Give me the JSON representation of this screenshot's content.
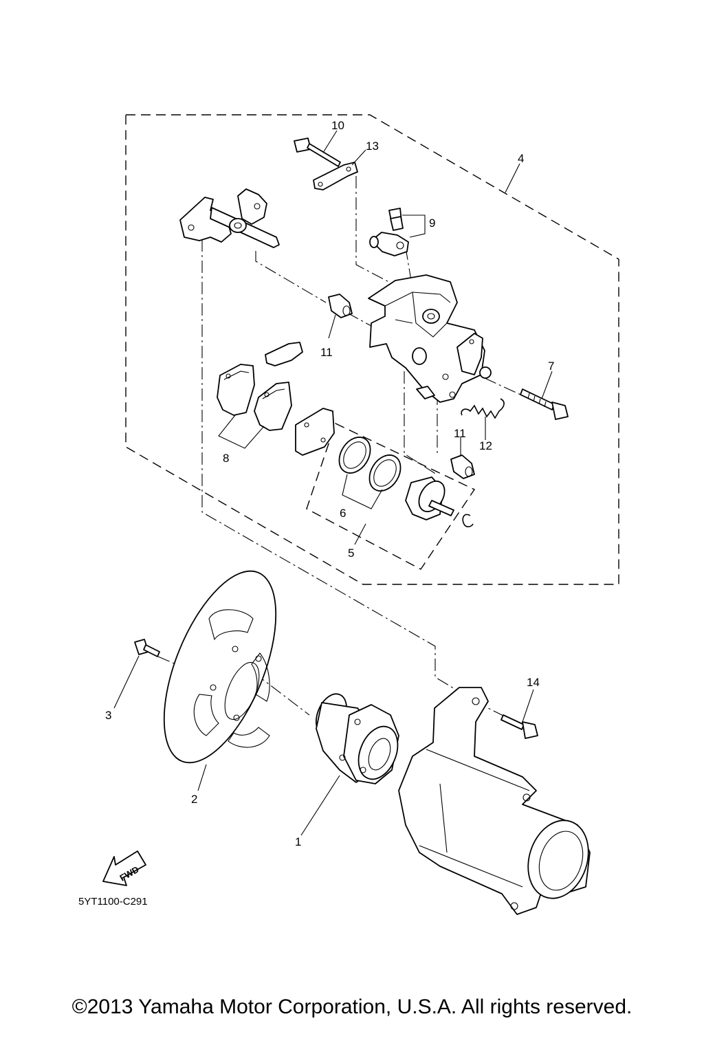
{
  "callouts": {
    "c1": "1",
    "c2": "2",
    "c3": "3",
    "c4": "4",
    "c5": "5",
    "c6": "6",
    "c7": "7",
    "c8": "8",
    "c9": "9",
    "c10": "10",
    "c11a": "11",
    "c11b": "11",
    "c12": "12",
    "c13": "13",
    "c14": "14"
  },
  "fwd_label": "FWD",
  "figure_code": "5YT1100-C291",
  "copyright": "©2013 Yamaha Motor Corporation, U.S.A. All rights reserved."
}
